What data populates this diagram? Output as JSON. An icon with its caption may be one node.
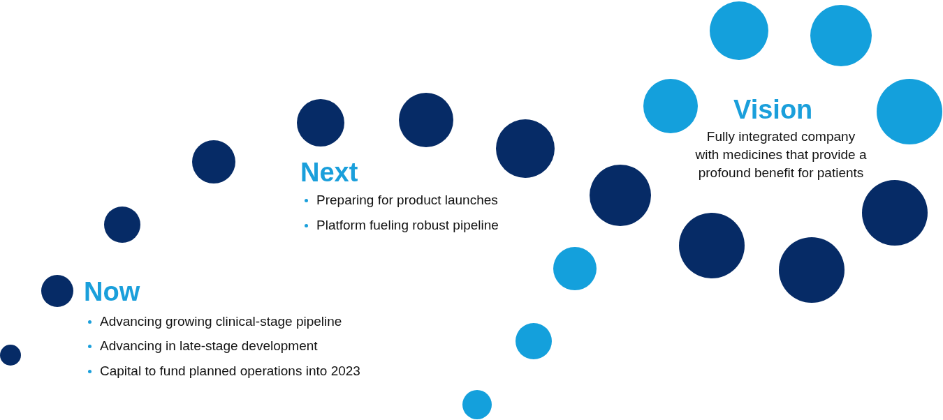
{
  "diagram": {
    "labels": [
      "Now",
      "Advancing growing clinical-stage pipeline",
      "Advancing in late-stage development",
      "Capital to fund planned operations into 2023",
      "Next",
      "Preparing for product launches",
      "Platform fueling robust pipeline",
      "Vision",
      "Fully integrated company with medicines that provide a profound benefit for patients"
    ]
  }
}
